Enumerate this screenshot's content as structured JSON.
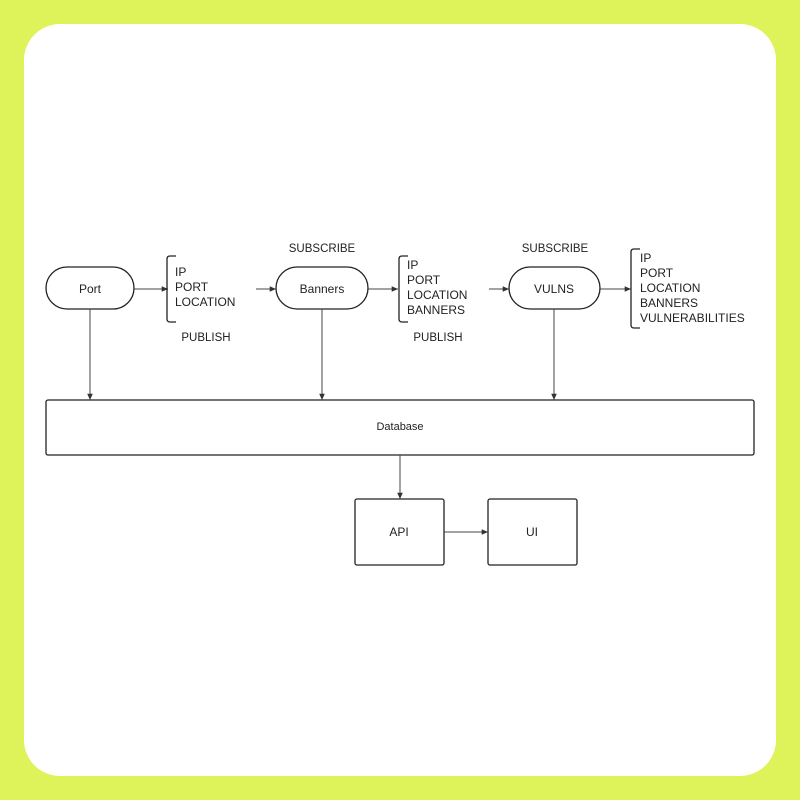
{
  "nodes": {
    "port": "Port",
    "banners": "Banners",
    "vulns": "VULNS",
    "database": "Database",
    "api": "API",
    "ui": "UI"
  },
  "labels": {
    "subscribe_1": "SUBSCRIBE",
    "subscribe_2": "SUBSCRIBE",
    "publish_1": "PUBLISH",
    "publish_2": "PUBLISH"
  },
  "fields": {
    "group1": [
      "IP",
      "PORT",
      "LOCATION"
    ],
    "group2": [
      "IP",
      "PORT",
      "LOCATION",
      "BANNERS"
    ],
    "group3": [
      "IP",
      "PORT",
      "LOCATION",
      "BANNERS",
      "VULNERABILITIES"
    ]
  },
  "colors": {
    "background": "#def35a",
    "card": "#ffffff",
    "stroke": "#222222"
  }
}
